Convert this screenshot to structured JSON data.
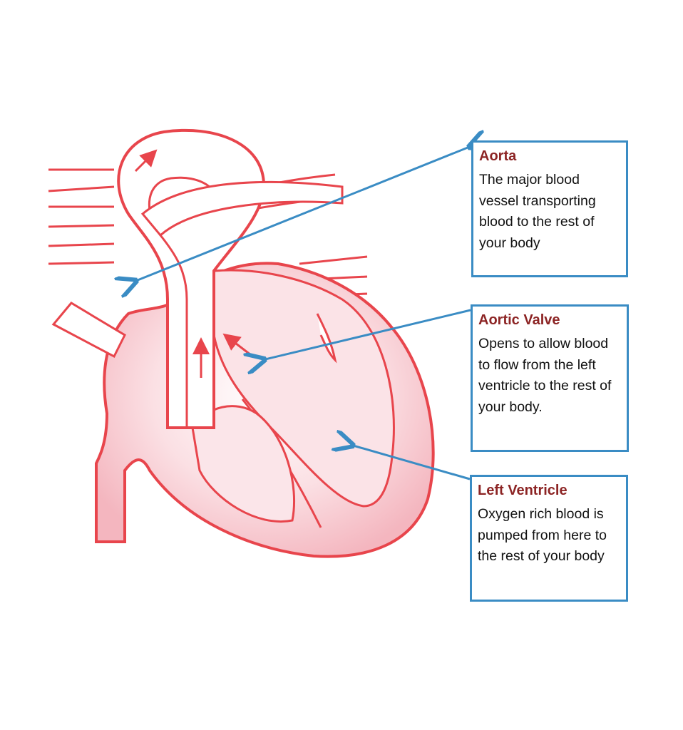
{
  "colors": {
    "heart_outline": "#e8454c",
    "heart_fill": "#f7c6cd",
    "vessel_fill": "#ffffff",
    "pointer_line": "#3a8cc4",
    "title_text": "#8c2424"
  },
  "labels": [
    {
      "id": "aorta",
      "title": "Aorta",
      "description": "The major blood vessel transporting blood to the rest of your body"
    },
    {
      "id": "aortic-valve",
      "title": "Aortic Valve",
      "description": "Opens to allow blood to flow from the left ventricle to the rest of your body."
    },
    {
      "id": "left-ventricle",
      "title": "Left Ventricle",
      "description": "Oxygen rich blood is pumped from here to the rest of your body"
    }
  ]
}
